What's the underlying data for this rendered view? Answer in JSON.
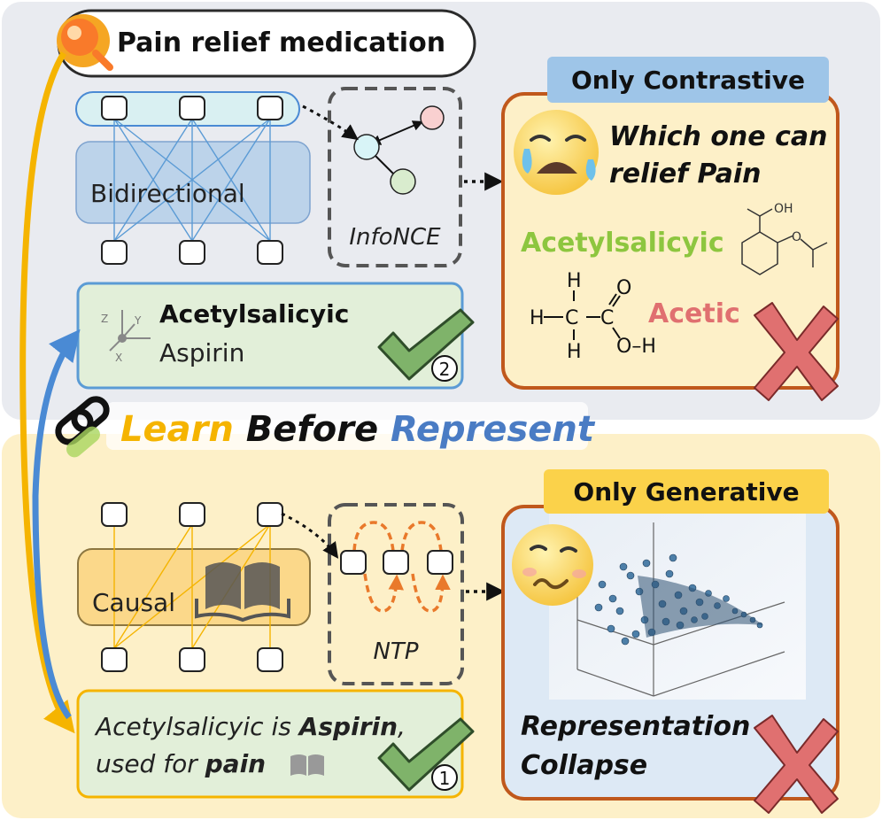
{
  "query": {
    "text": "Pain relief medication"
  },
  "top": {
    "encoder_label": "Bidirectional",
    "loss_label": "InfoNCE",
    "result": {
      "title": "Acetylsalicyic",
      "subtitle": "Aspirin",
      "check_number": "2"
    },
    "axes": {
      "x": "X",
      "y": "Y",
      "z": "Z"
    }
  },
  "contrastive_panel": {
    "tag": "Only Contrastive",
    "question_line1": "Which one can",
    "question_line2": "relief Pain",
    "candidate_correct": "Acetylsalicyic",
    "candidate_wrong": "Acetic",
    "molecule_aspirin": {
      "oh": "OH",
      "o": "O"
    },
    "molecule_acetic": {
      "h": "H",
      "c": "C",
      "o": "O",
      "oh": "O–H"
    }
  },
  "center_title": {
    "learn": "Learn",
    "before": "Before",
    "represent": "Represent"
  },
  "bottom": {
    "encoder_label": "Causal",
    "loss_label": "NTP",
    "result": {
      "line1_pre": "Acetylsalicyic is ",
      "line1_bold": "Aspirin",
      "line1_post": ",",
      "line2_pre": "used for ",
      "line2_bold": "pain",
      "check_number": "1"
    }
  },
  "generative_panel": {
    "tag": "Only Generative",
    "caption_line1": "Representation",
    "caption_line2": "Collapse"
  },
  "colors": {
    "top_bg": "#e9ebf0",
    "bottom_bg": "#fdf0c8",
    "panel_border": "#c0581c",
    "green": "#8dc63f",
    "red": "#e07070",
    "blue": "#4a7cc4",
    "gold": "#f5b400"
  }
}
